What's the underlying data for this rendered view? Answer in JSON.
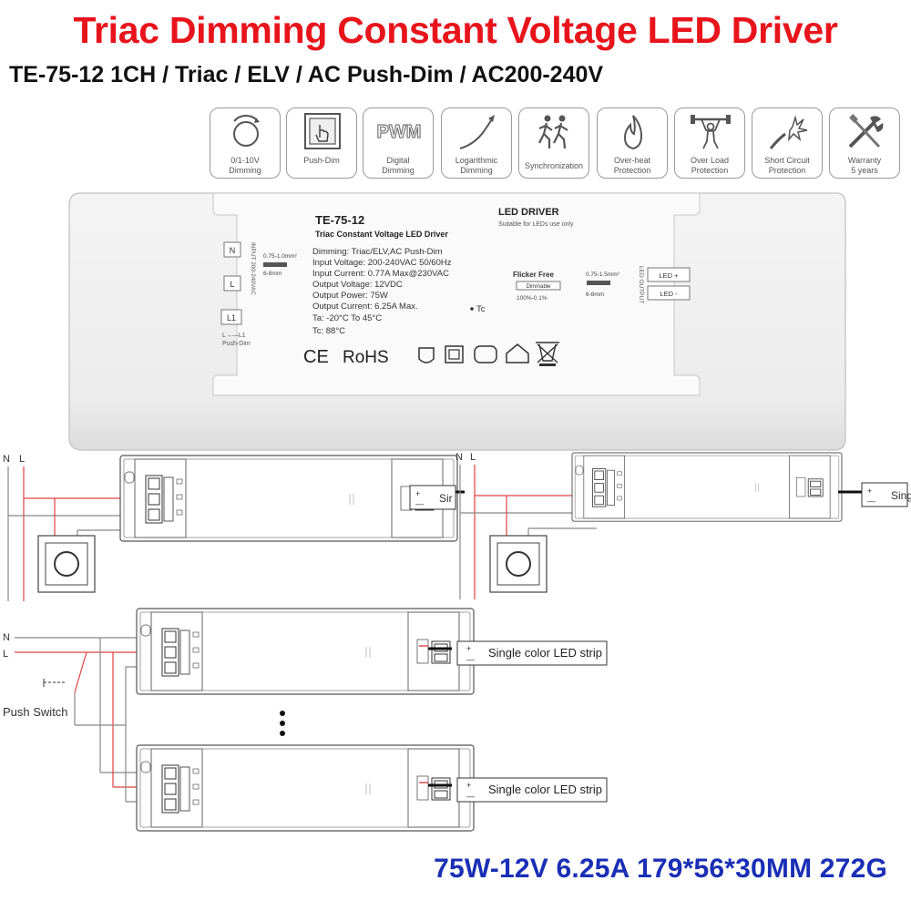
{
  "title": "Triac Dimming Constant Voltage LED Driver",
  "subtitle": "TE-75-12 1CH / Triac / ELV / AC Push-Dim / AC200-240V",
  "features": [
    {
      "icon": "dimming-knob-icon",
      "line1": "0/1-10V",
      "line2": "Dimming"
    },
    {
      "icon": "push-hand-icon",
      "line1": "Push-Dim",
      "line2": ""
    },
    {
      "icon": "pwm-icon",
      "line1": "Digital",
      "line2": "Dimming"
    },
    {
      "icon": "log-curve-icon",
      "line1": "Logarithmic",
      "line2": "Dimming"
    },
    {
      "icon": "runners-icon",
      "line1": "Synchronization",
      "line2": ""
    },
    {
      "icon": "flame-icon",
      "line1": "Over-heat",
      "line2": "Protection"
    },
    {
      "icon": "weightlifter-icon",
      "line1": "Over Load",
      "line2": "Protection"
    },
    {
      "icon": "spark-icon",
      "line1": "Short Circuit",
      "line2": "Protection"
    },
    {
      "icon": "tools-icon",
      "line1": "Warranty",
      "line2": "5 years"
    }
  ],
  "label": {
    "model": "TE-75-12",
    "product_name": "Triac Constant Voltage LED Driver",
    "specs": [
      "Dimming: Triac/ELV,AC Push-Dim",
      "Input Voltage: 200-240VAC 50/60Hz",
      "Input Current: 0.77A Max@230VAC",
      "Output Voltage: 12VDC",
      "Output Power: 75W",
      "Output Current: 6.25A Max.",
      "Ta: -20°C To 45°C",
      "Tc: 88°C"
    ],
    "tc_point": "Tc",
    "led_driver": "LED DRIVER",
    "suitable": "Suitable for LEDs use only",
    "flicker_free": "Flicker Free",
    "dimmable": "Dimmable",
    "dim_range": "100%-0.1%",
    "wire_in_size": "0.75-1.0mm²",
    "wire_in_strip": "6-8mm",
    "wire_out_size": "0.75-1.5mm²",
    "wire_out_strip": "6-8mm",
    "input_side_text": "INPUT 200-240VAC",
    "output_side_text": "LED OUTPUT",
    "terminal_n": "N",
    "terminal_l": "L",
    "terminal_l1": "L1",
    "l1_note": "L→—L1",
    "l1_note2": "Push-Dim",
    "out_plus": "LED +",
    "out_minus": "LED -",
    "ce": "CE",
    "rohs": "RoHS"
  },
  "wiring": {
    "n": "N",
    "l": "L",
    "strip_cut_left": "Sir",
    "strip_cut_right": "Sing",
    "push_switch": "Push Switch",
    "strip": "Single color LED strip",
    "plus": "+",
    "minus": "—"
  },
  "bottom_specs": "75W-12V 6.25A 179*56*30MM 272G"
}
